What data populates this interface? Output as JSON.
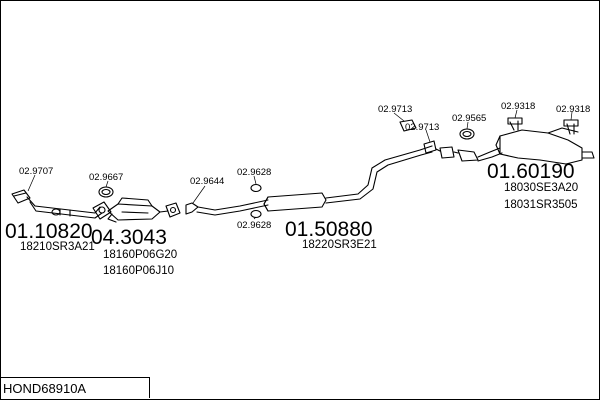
{
  "id_label": "HOND68910A",
  "part_numbers": {
    "gasket_front_left": "02.9707",
    "gasket_cat_ring": "02.9667",
    "gasket_cat_rear": "02.9644",
    "clamp_mid_top": "02.9628",
    "clamp_mid_bottom": "02.9628",
    "clamp_rear_a": "02.9713",
    "clamp_rear_b": "02.9713",
    "gasket_rear": "02.9565",
    "hanger_rear_a": "02.9318",
    "hanger_rear_b": "02.9318",
    "front_pipe": "01.10820",
    "catalyst": "04.3043",
    "middle_silencer": "01.50880",
    "rear_silencer": "01.60190"
  },
  "oem_codes": {
    "front_pipe": "18210SR3A21",
    "catalyst_1": "18160P06G20",
    "catalyst_2": "18160P06J10",
    "middle_silencer": "18220SR3E21",
    "rear_silencer_1": "18030SE3A20",
    "rear_silencer_2": "18031SR3505"
  }
}
